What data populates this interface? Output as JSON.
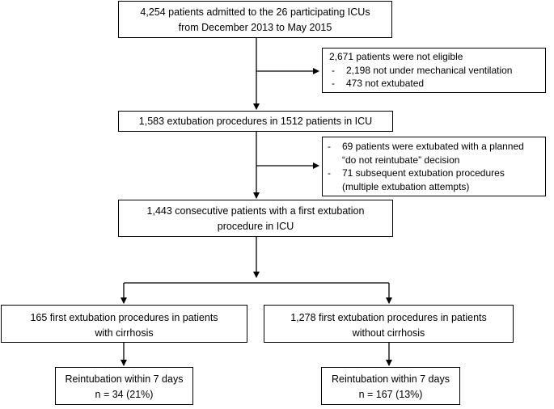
{
  "flowchart": {
    "admitted": {
      "lines": [
        "4,254 patients admitted to the 26 participating ICUs",
        "from December 2013 to May 2015"
      ]
    },
    "not_eligible": {
      "title": "2,671 patients were not eligible",
      "items": [
        "2,198 not under mechanical ventilation",
        "473 not extubated"
      ]
    },
    "extubation_procedures": {
      "text": "1,583 extubation procedures in 1512 patients in ICU"
    },
    "excluded": {
      "items": [
        [
          "69 patients were extubated with a planned",
          "“do not reintubate” decision"
        ],
        [
          "71 subsequent extubation procedures",
          "(multiple extubation attempts)"
        ]
      ]
    },
    "first_extubation": {
      "lines": [
        "1,443 consecutive patients with a first extubation",
        "procedure in ICU"
      ]
    },
    "cirrhosis": {
      "lines": [
        "165 first extubation procedures in patients",
        "with cirrhosis"
      ]
    },
    "no_cirrhosis": {
      "lines": [
        "1,278 first extubation procedures in patients",
        "without cirrhosis"
      ]
    },
    "reintubation_cirrhosis": {
      "lines": [
        "Reintubation within 7 days",
        "n = 34 (21%)"
      ]
    },
    "reintubation_no_cirrhosis": {
      "lines": [
        "Reintubation within 7 days",
        "n = 167 (13%)"
      ]
    },
    "dash": "-"
  }
}
